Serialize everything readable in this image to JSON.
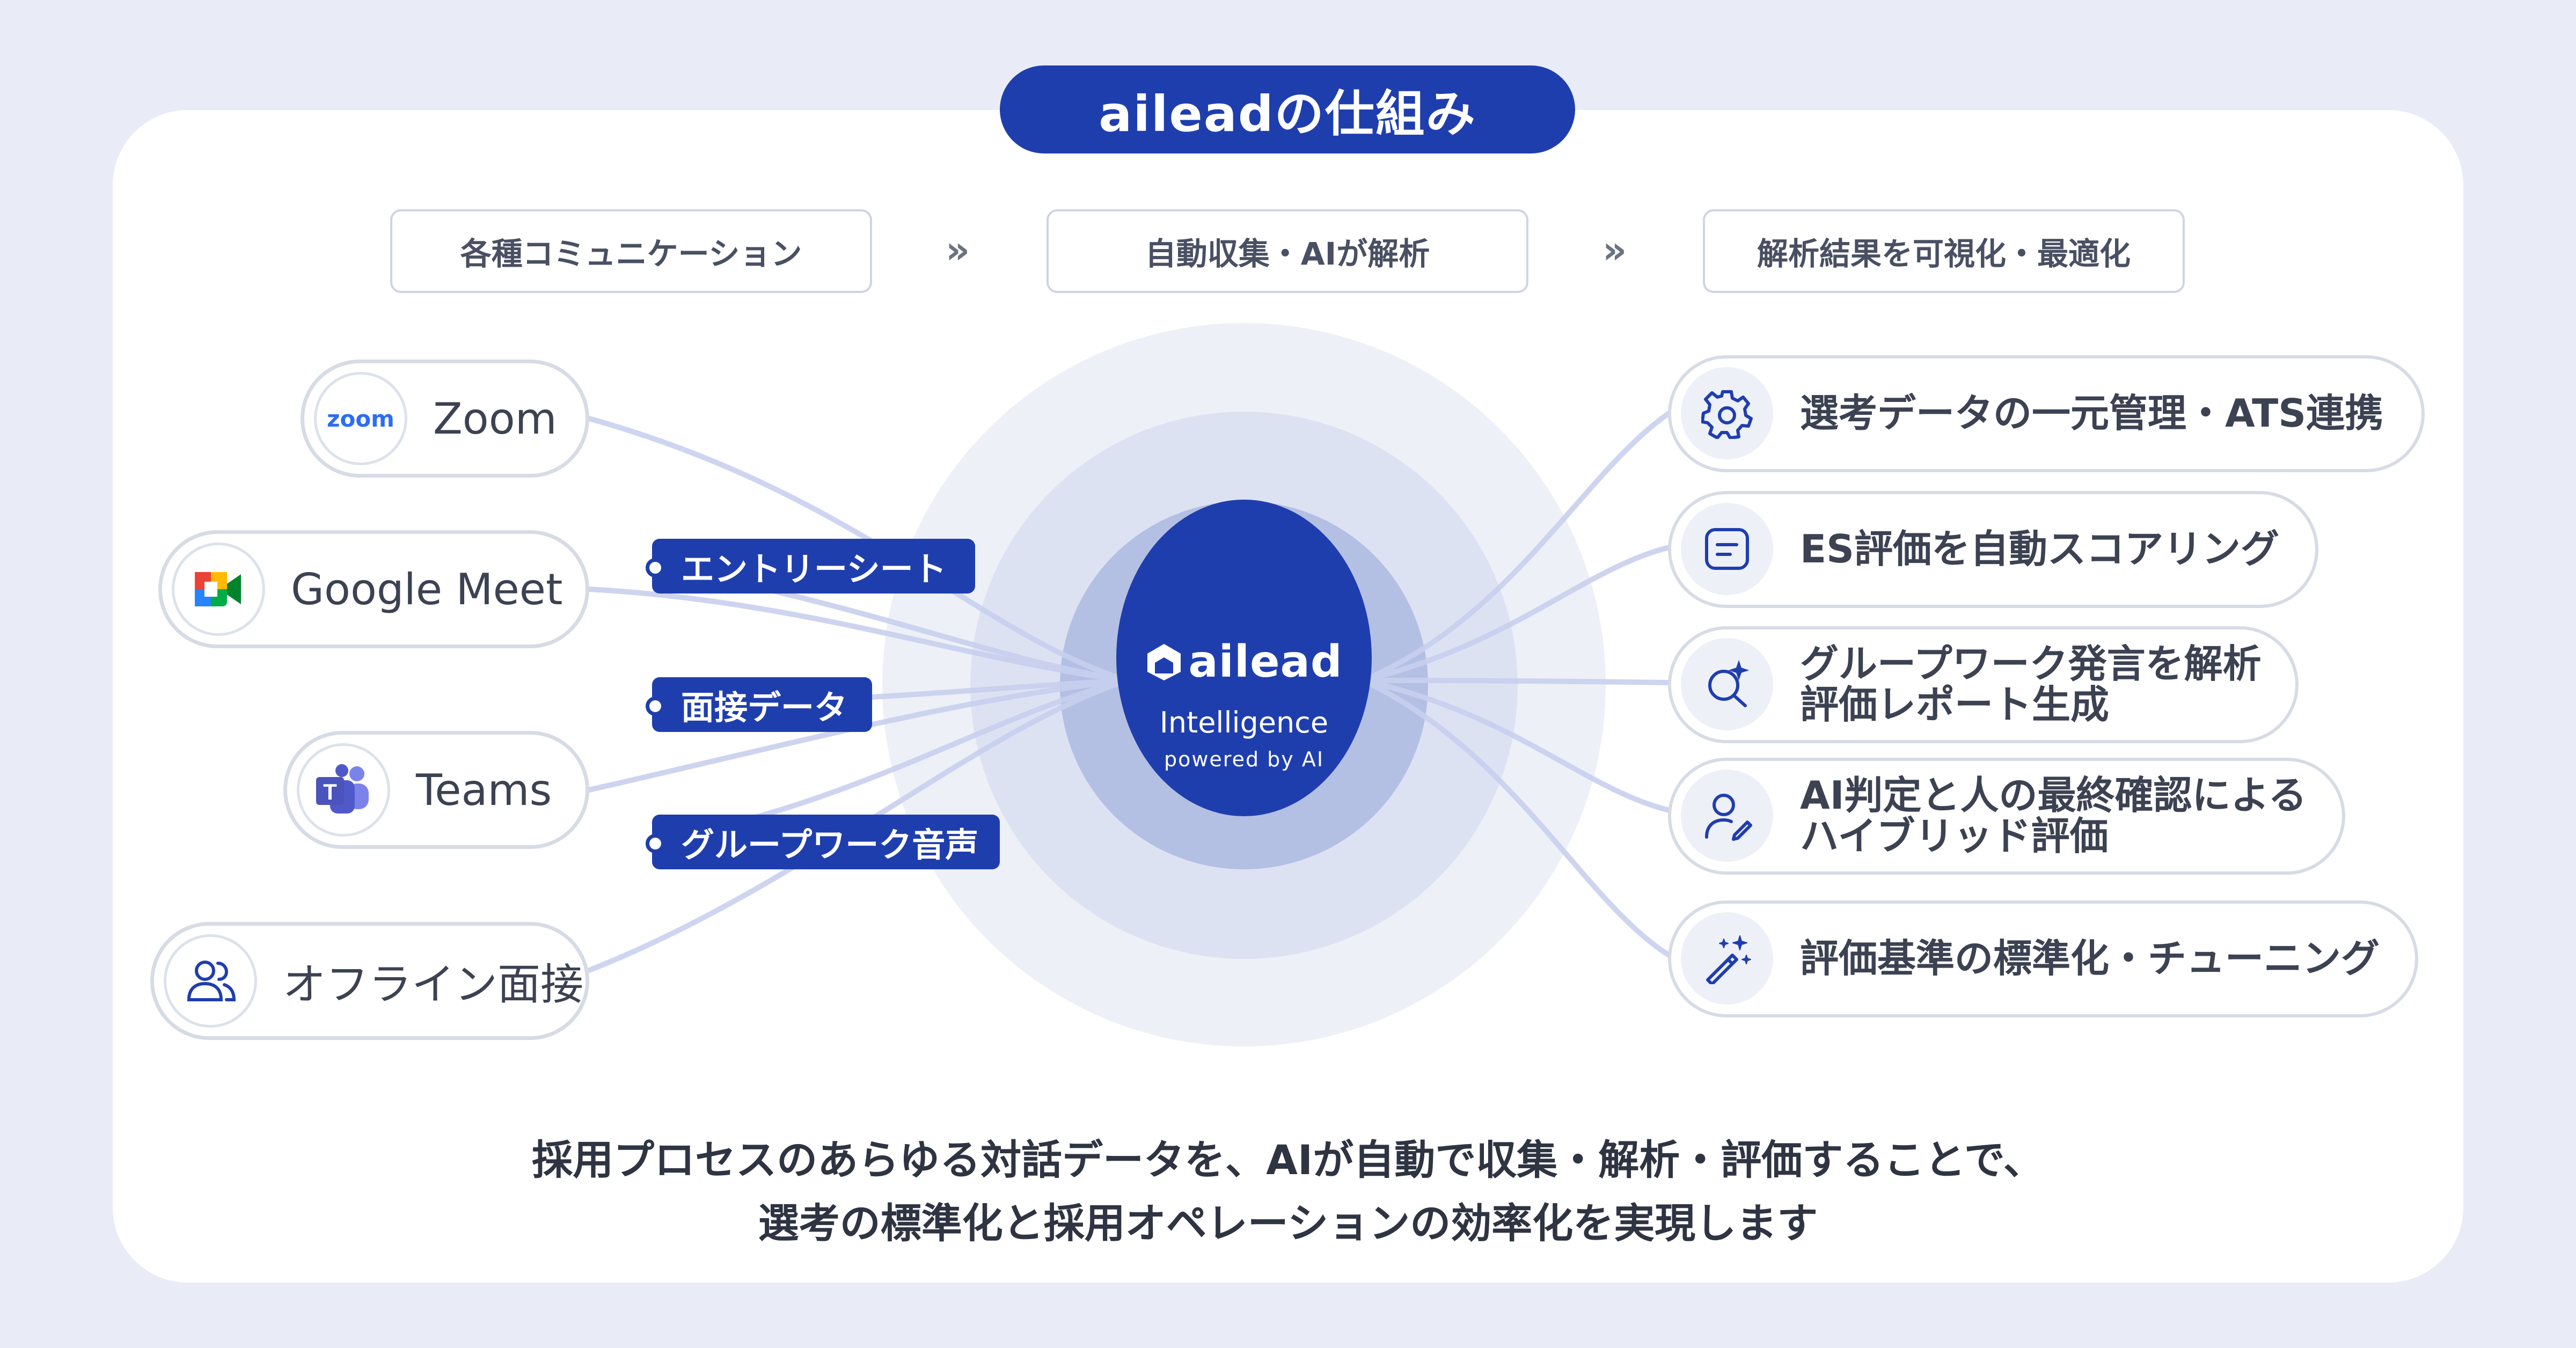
{
  "title": "aileadの仕組み",
  "steps": [
    "各種コミュニケーション",
    "自動収集・AIが解析",
    "解析結果を可視化・最適化"
  ],
  "step_separator": "»",
  "sources": [
    {
      "label": "Zoom",
      "icon": "zoom-logo-icon",
      "icon_text": "zoom"
    },
    {
      "label": "Google Meet",
      "icon": "google-meet-icon"
    },
    {
      "label": "Teams",
      "icon": "teams-icon"
    },
    {
      "label": "オフライン面接",
      "icon": "people-icon"
    }
  ],
  "data_tags": [
    "エントリーシート",
    "面接データ",
    "グループワーク音声"
  ],
  "hub": {
    "name": "ailead",
    "line1": "Intelligence",
    "line2": "powered by AI"
  },
  "outputs": [
    {
      "lines": [
        "選考データの一元管理・ATS連携"
      ],
      "icon": "gear-icon"
    },
    {
      "lines": [
        "ES評価を自動スコアリング"
      ],
      "icon": "document-icon"
    },
    {
      "lines": [
        "グループワーク発言を解析",
        "評価レポート生成"
      ],
      "icon": "sparkle-search-icon"
    },
    {
      "lines": [
        "AI判定と人の最終確認による",
        "ハイブリッド評価"
      ],
      "icon": "user-edit-icon"
    },
    {
      "lines": [
        "評価基準の標準化・チューニング"
      ],
      "icon": "magic-wand-icon"
    }
  ],
  "footer": {
    "line1": "採用プロセスのあらゆる対話データを、AIが自動で収集・解析・評価することで、",
    "line2": "選考の標準化と採用オペレーションの効率化を実現します"
  },
  "colors": {
    "primary": "#1f3eae",
    "background": "#e9ecf7",
    "card": "#ffffff"
  }
}
